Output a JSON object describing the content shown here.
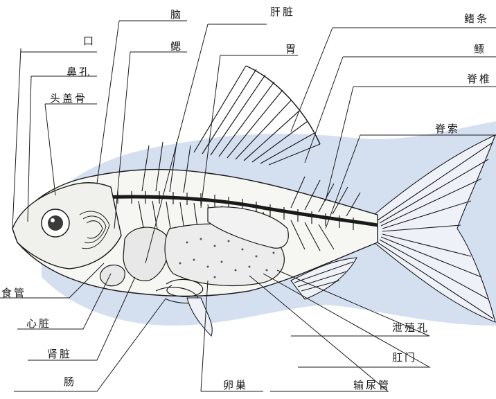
{
  "figure": {
    "labels": {
      "mouth": "口",
      "nostril": "鼻孔",
      "skull": "头盖骨",
      "brain": "脑",
      "gill": "鳃",
      "liver": "肝脏",
      "stomach": "胃",
      "fin_rays": "鳍条",
      "scales": "鳔",
      "vertebrae": "脊椎",
      "notochord": "脊索",
      "esophagus": "食管",
      "heart": "心脏",
      "kidney": "肾脏",
      "intestine": "肠",
      "ovary": "卵巢",
      "ureter": "输尿管",
      "anus": "肛门",
      "urogenital_pore": "泄殖孔"
    },
    "colors": {
      "background_shape": "#cfdcee",
      "line": "#1a1a1a",
      "bone": "#f4f4f0",
      "organ": "#e8e8e8"
    }
  }
}
